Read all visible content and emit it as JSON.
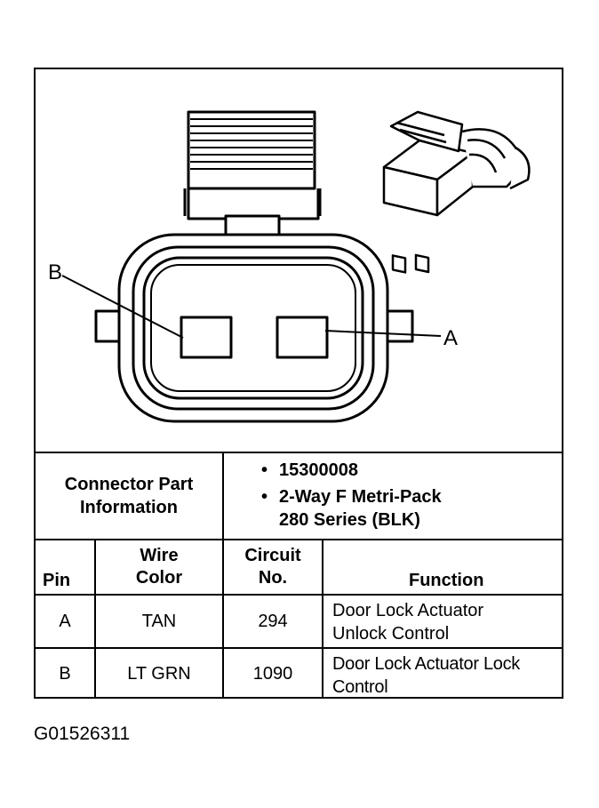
{
  "diagram": {
    "callout_b": "B",
    "callout_a": "A"
  },
  "info": {
    "label_line1": "Connector Part",
    "label_line2": "Information",
    "bullet": "•",
    "part_number": "15300008",
    "desc_line1": "2-Way F Metri-Pack",
    "desc_line2": "280 Series (BLK)"
  },
  "table": {
    "headers": {
      "pin": "Pin",
      "wire_color_line1": "Wire",
      "wire_color_line2": "Color",
      "circuit_line1": "Circuit",
      "circuit_line2": "No.",
      "function": "Function"
    },
    "rows": [
      {
        "pin": "A",
        "wire_color": "TAN",
        "circuit": "294",
        "function_line1": "Door Lock Actuator",
        "function_line2": "Unlock Control"
      },
      {
        "pin": "B",
        "wire_color": "LT GRN",
        "circuit": "1090",
        "function_line1": "Door Lock Actuator Lock",
        "function_line2": "Control"
      }
    ]
  },
  "figure_id": "G01526311"
}
